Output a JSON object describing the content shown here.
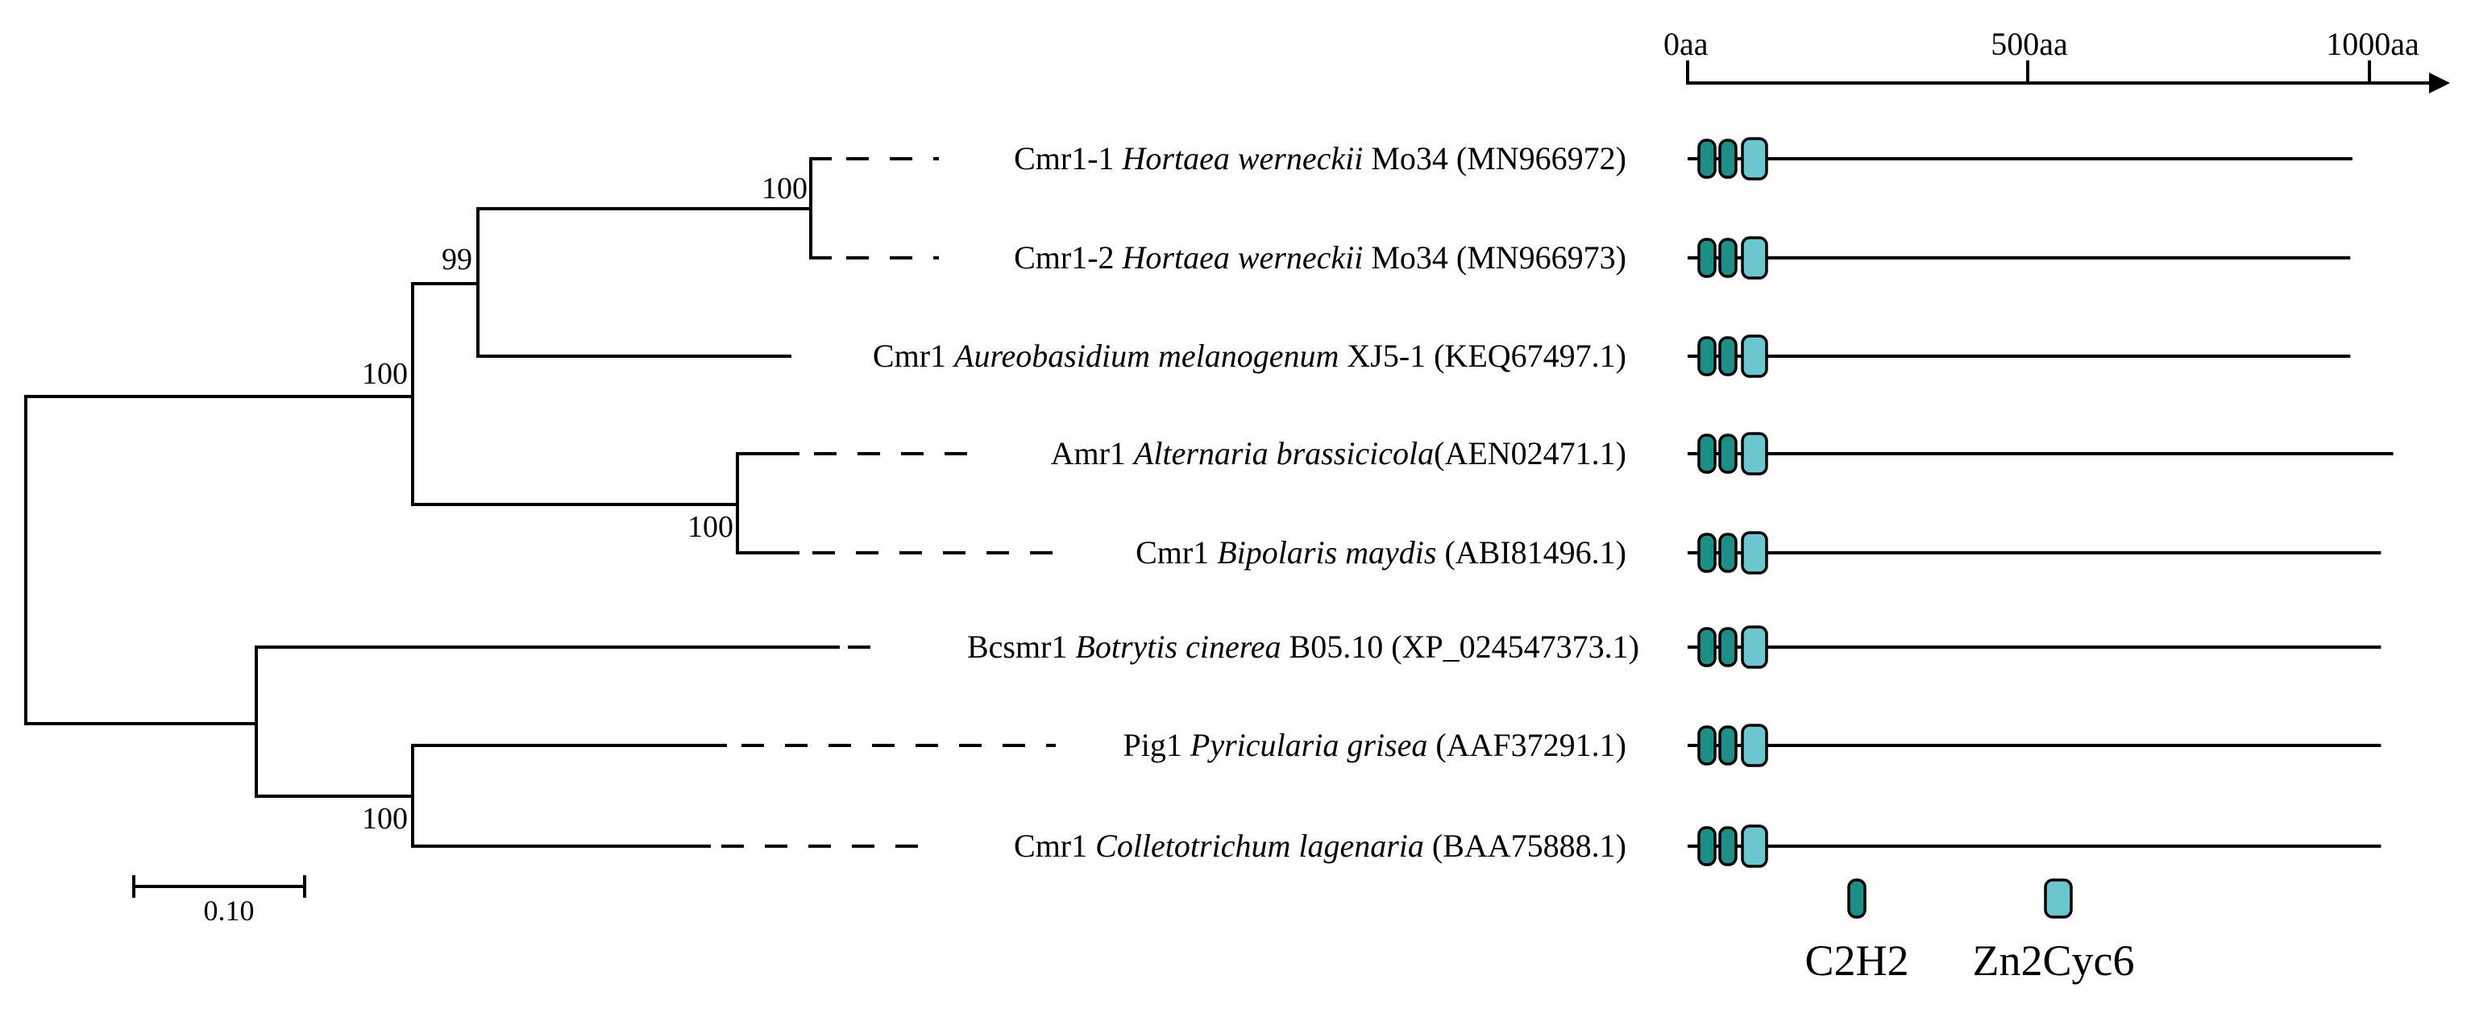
{
  "tree": {
    "taxa": [
      {
        "gene": "Cmr1-1",
        "species": "Hortaea werneckii",
        "suffix": " Mo34 (MN966972)"
      },
      {
        "gene": "Cmr1-2",
        "species": "Hortaea werneckii",
        "suffix": " Mo34 (MN966973)"
      },
      {
        "gene": "Cmr1",
        "species": "Aureobasidium melanogenum",
        "suffix": " XJ5-1 (KEQ67497.1)"
      },
      {
        "gene": "Amr1",
        "species": "Alternaria brassicicola",
        "suffix": "(AEN02471.1)"
      },
      {
        "gene": "Cmr1",
        "species": "Bipolaris maydis",
        "suffix": " (ABI81496.1)"
      },
      {
        "gene": "Bcsmr1",
        "species": "Botrytis cinerea",
        "suffix": " B05.10 (XP_024547373.1)"
      },
      {
        "gene": "Pig1",
        "species": "Pyricularia grisea",
        "suffix": " (AAF37291.1)"
      },
      {
        "gene": "Cmr1",
        "species": "Colletotrichum lagenaria",
        "suffix": " (BAA75888.1)"
      }
    ],
    "bootstrap": [
      "100",
      "99",
      "100",
      "100",
      "100"
    ],
    "scale_bar_label": "0.10"
  },
  "domain_axis": {
    "ticks": [
      "0aa",
      "500aa",
      "1000aa"
    ],
    "protein_lengths_aa": [
      975,
      972,
      972,
      1035,
      1017,
      1017,
      1017,
      1017
    ]
  },
  "legend": {
    "c2h2_label": "C2H2",
    "zn_label": "Zn2Cyc6"
  },
  "colors": {
    "c2h2": "#1e8f86",
    "zn2cyc6": "#6cc6cf"
  }
}
